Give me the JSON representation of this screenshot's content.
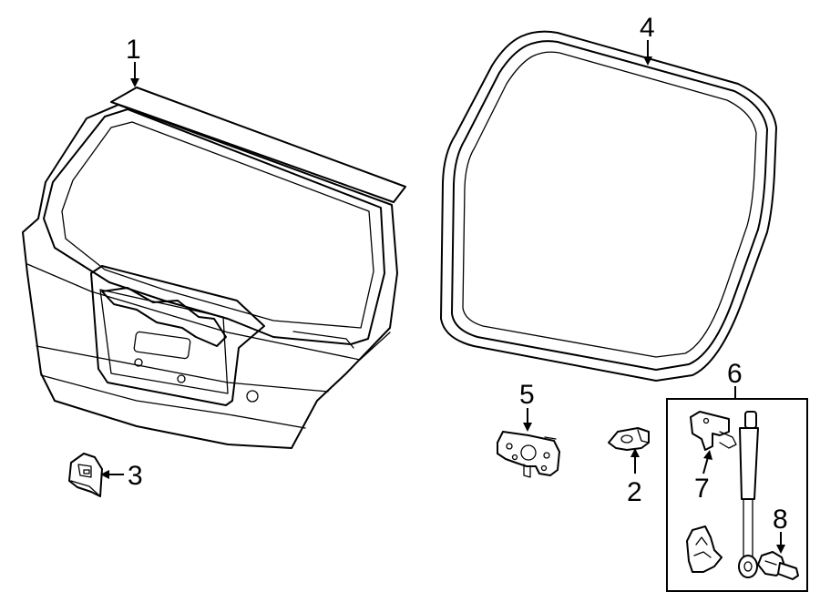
{
  "callouts": {
    "c1": "1",
    "c2": "2",
    "c3": "3",
    "c4": "4",
    "c5": "5",
    "c6": "6",
    "c7": "7",
    "c8": "8"
  },
  "icons": {
    "liftgate": "liftgate-panel-icon",
    "weatherstrip": "weatherstrip-seal-icon",
    "bumper": "bumper-stop-icon",
    "lock": "lock-assembly-icon",
    "striker": "striker-icon",
    "strut": "support-strut-icon",
    "bracket": "strut-bracket-icon",
    "stud": "ball-stud-icon"
  }
}
